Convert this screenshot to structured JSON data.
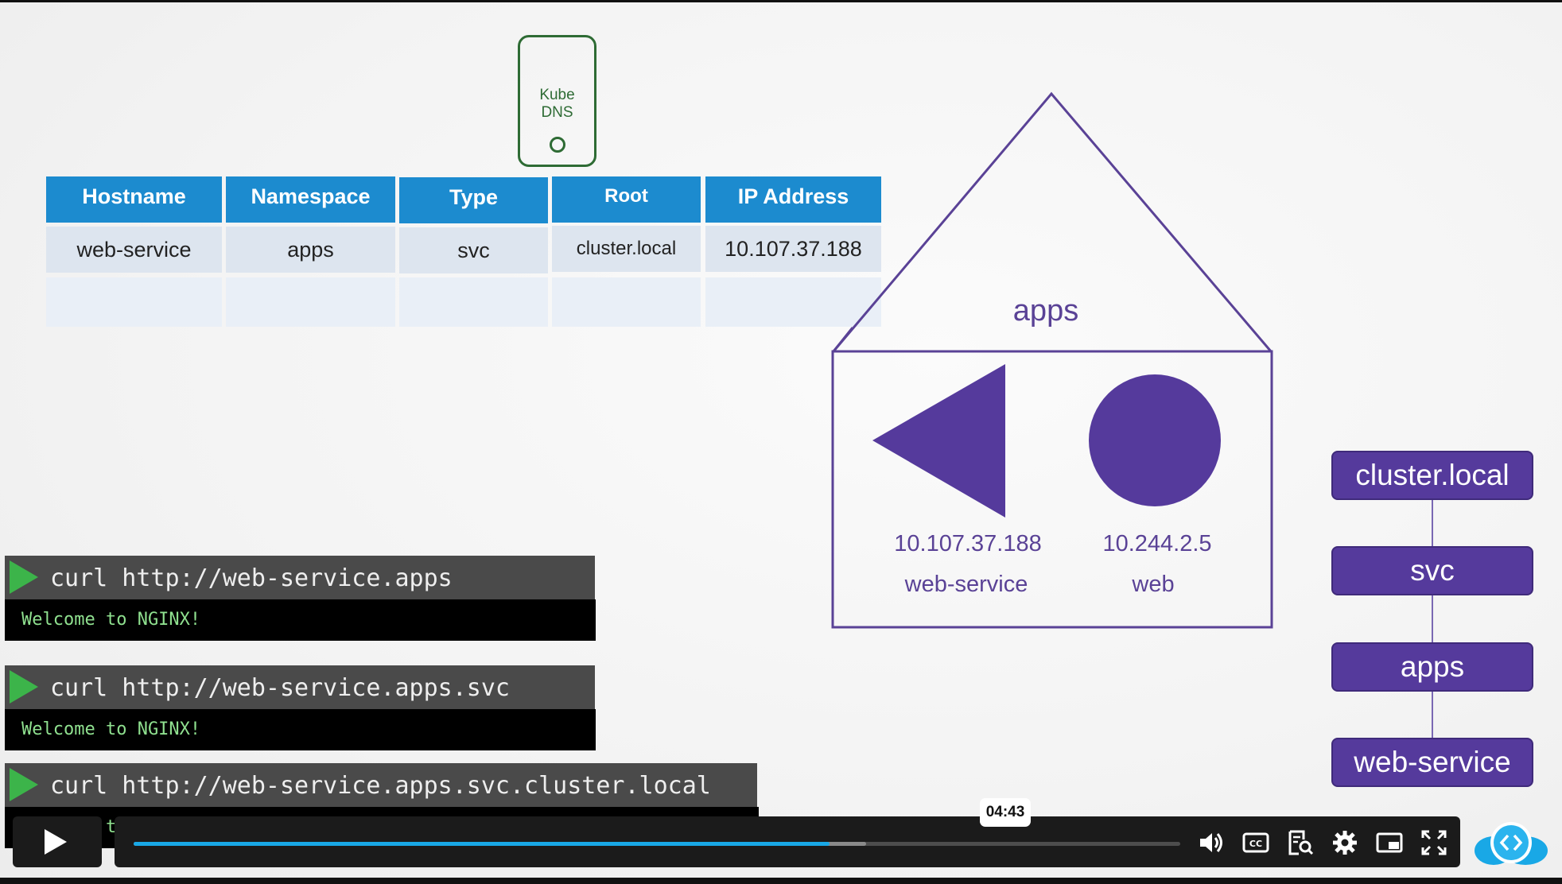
{
  "kube_dns": {
    "line1": "Kube",
    "line2": "DNS"
  },
  "table": {
    "headers": [
      "Hostname",
      "Namespace",
      "Type",
      "Root",
      "IP Address"
    ],
    "row": [
      "web-service",
      "apps",
      "svc",
      "cluster.local",
      "10.107.37.188"
    ]
  },
  "namespace": {
    "label": "apps",
    "service": {
      "ip": "10.107.37.188",
      "name": "web-service"
    },
    "pod": {
      "ip": "10.244.2.5",
      "name": "web"
    }
  },
  "hierarchy": [
    "cluster.local",
    "svc",
    "apps",
    "web-service"
  ],
  "terminals": [
    {
      "command": "curl http://web-service.apps",
      "output": "Welcome to NGINX!"
    },
    {
      "command": "curl http://web-service.apps.svc",
      "output": "Welcome to NGINX!"
    },
    {
      "command": "curl http://web-service.apps.svc.cluster.local",
      "output": "Welcome to NGINX!"
    }
  ],
  "player": {
    "time_tooltip": "04:43",
    "progress_played": 0.665,
    "progress_buffered": 0.7,
    "icons": [
      "play-icon",
      "volume-icon",
      "captions-icon",
      "transcript-search-icon",
      "settings-icon",
      "picture-in-picture-icon",
      "fullscreen-icon",
      "brand-logo-icon"
    ],
    "colors": {
      "played": "#19a8e6",
      "namespace": "#553a9c",
      "kube_dns": "#2e6b34",
      "table_header": "#1c8bcf"
    }
  }
}
